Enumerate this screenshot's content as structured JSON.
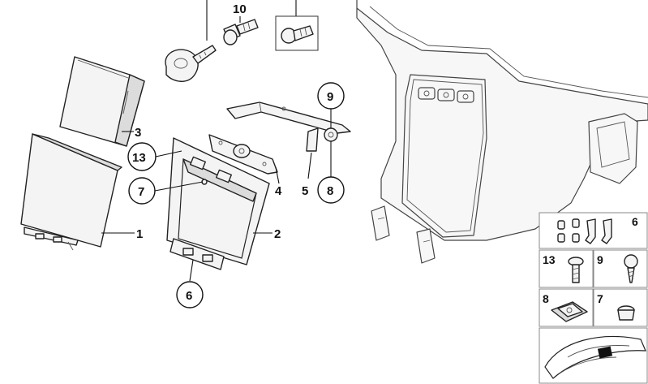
{
  "diagram": {
    "labels": {
      "p1": "1",
      "p2": "2",
      "p3": "3",
      "p4": "4",
      "p5": "5",
      "p6": "6",
      "p7": "7",
      "p8": "8",
      "p9": "9",
      "p10": "10",
      "p13": "13"
    },
    "legend": {
      "l6": "6",
      "l13": "13",
      "l9": "9",
      "l8": "8",
      "l7": "7"
    }
  }
}
